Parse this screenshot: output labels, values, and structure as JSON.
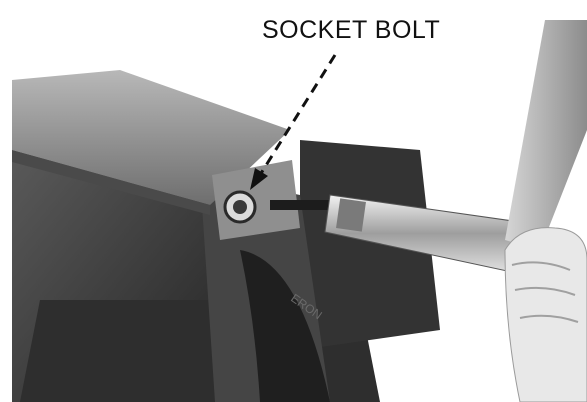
{
  "figure": {
    "callout": {
      "label": "SOCKET BOLT"
    },
    "colors": {
      "background": "#ffffff",
      "vise_body": "#3a3a3a",
      "metal_plate": "#8a8a8a",
      "socket_wrench": "#c9c9c9",
      "hand": "#e6e6e6"
    },
    "visible_objects": [
      "bench-vise",
      "sheet-metal-plate",
      "socket-bolt",
      "socket-wrench",
      "hand"
    ]
  }
}
